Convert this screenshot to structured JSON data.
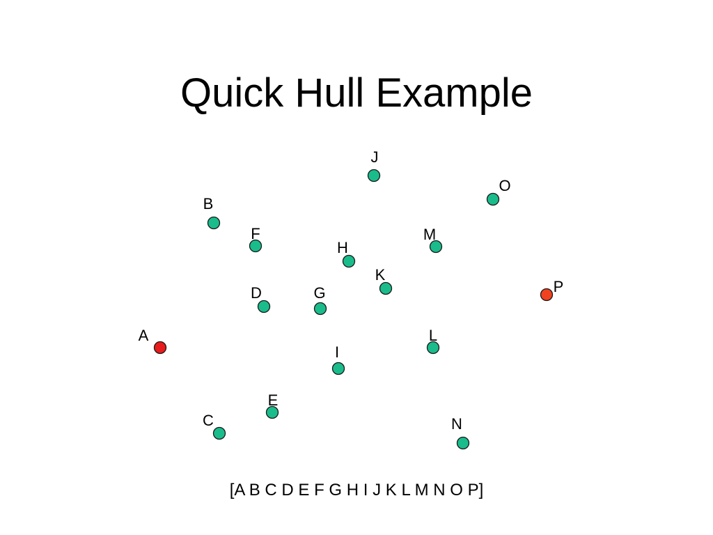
{
  "title": "Quick Hull Example",
  "point_list_text": "[A B C D E F G H I J K L M N O P]",
  "colors": {
    "default_point": "#1abc8c",
    "extreme_left": "#e81c1c",
    "extreme_right": "#f0421f"
  },
  "points": [
    {
      "label": "A",
      "role": "extreme_left"
    },
    {
      "label": "B",
      "role": "default_point"
    },
    {
      "label": "C",
      "role": "default_point"
    },
    {
      "label": "D",
      "role": "default_point"
    },
    {
      "label": "E",
      "role": "default_point"
    },
    {
      "label": "F",
      "role": "default_point"
    },
    {
      "label": "G",
      "role": "default_point"
    },
    {
      "label": "H",
      "role": "default_point"
    },
    {
      "label": "I",
      "role": "default_point"
    },
    {
      "label": "J",
      "role": "default_point"
    },
    {
      "label": "K",
      "role": "default_point"
    },
    {
      "label": "L",
      "role": "default_point"
    },
    {
      "label": "M",
      "role": "default_point"
    },
    {
      "label": "N",
      "role": "default_point"
    },
    {
      "label": "O",
      "role": "default_point"
    },
    {
      "label": "P",
      "role": "extreme_right"
    }
  ]
}
